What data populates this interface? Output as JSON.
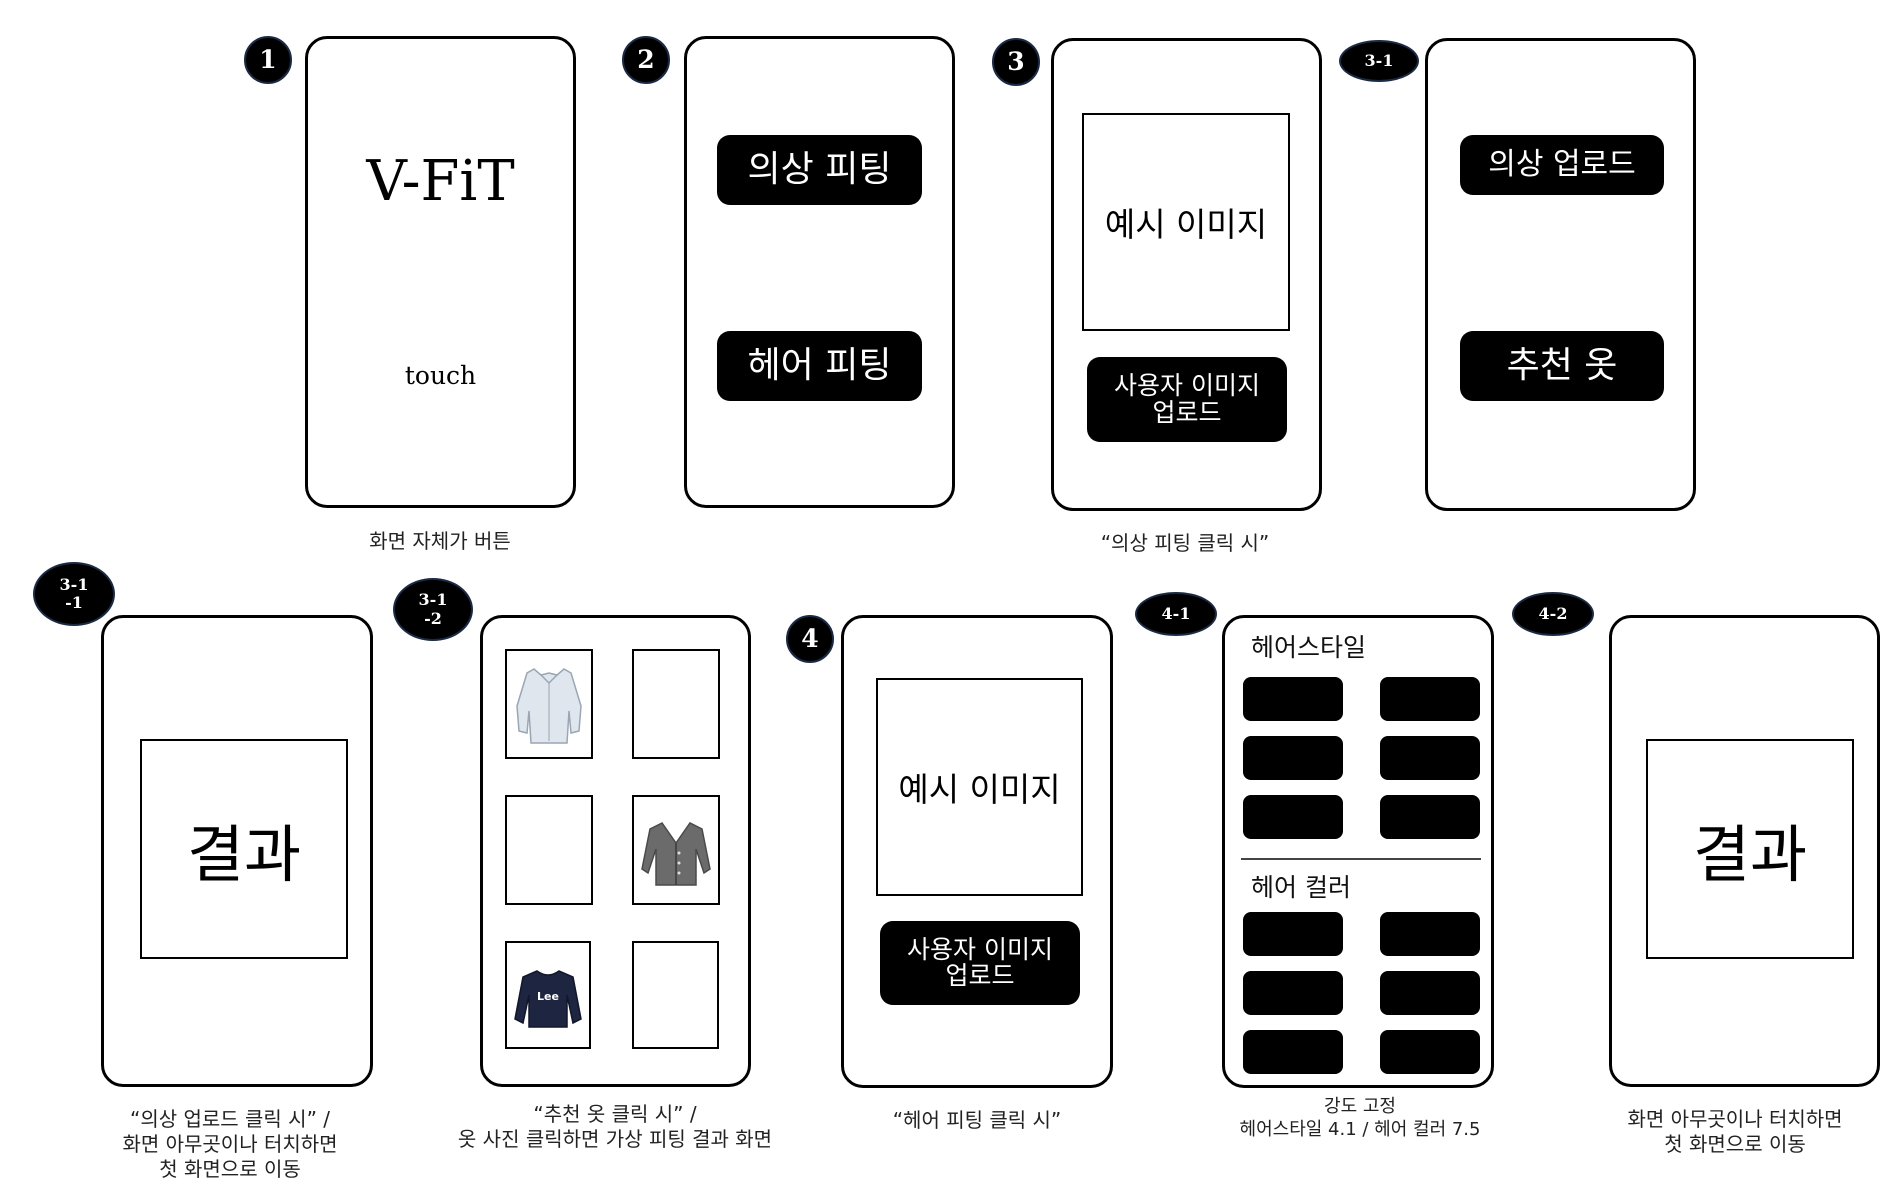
{
  "badges": {
    "s1": "1",
    "s2": "2",
    "s3": "3",
    "s31": "3-1",
    "s311_a": "3-1",
    "s311_b": "-1",
    "s312_a": "3-1",
    "s312_b": "-2",
    "s4": "4",
    "s41": "4-1",
    "s42": "4-2"
  },
  "screen1": {
    "title": "V-FiT",
    "touch": "touch",
    "caption": "화면 자체가 버튼"
  },
  "screen2": {
    "button1": "의상 피팅",
    "button2": "헤어 피팅"
  },
  "screen3": {
    "example": "예시 이미지",
    "upload_line1": "사용자 이미지",
    "upload_line2": "업로드",
    "caption": "“의상 피팅 클릭 시”"
  },
  "screen3_1": {
    "button1": "의상 업로드",
    "button2": "추천 옷"
  },
  "screen3_1_1": {
    "result": "결과",
    "caption_line1": "“의상 업로드 클릭 시” /",
    "caption_line2": "화면 아무곳이나 터치하면",
    "caption_line3": "첫 화면으로 이동"
  },
  "screen3_1_2": {
    "caption_line1": "“추천 옷 클릭 시” /",
    "caption_line2": "옷 사진 클릭하면 가상 피팅 결과 화면",
    "sweater_logo": "Lee"
  },
  "screen4": {
    "example": "예시 이미지",
    "upload_line1": "사용자 이미지",
    "upload_line2": "업로드",
    "caption": "“헤어 피팅 클릭 시”"
  },
  "screen4_1": {
    "hairstyle": "헤어스타일",
    "haircolor": "헤어 컬러",
    "caption_line1": "강도 고정",
    "caption_line2": "헤어스타일 4.1 / 헤어 컬러 7.5"
  },
  "screen4_2": {
    "result": "결과",
    "caption_line1": "화면 아무곳이나 터치하면",
    "caption_line2": "첫 화면으로 이동"
  },
  "colors": {
    "ink": "#000000",
    "badge_border": "#1b2a44",
    "shirt": "#dfe6ee",
    "cardigan": "#6b6b6b",
    "sweatshirt": "#1d2540"
  }
}
